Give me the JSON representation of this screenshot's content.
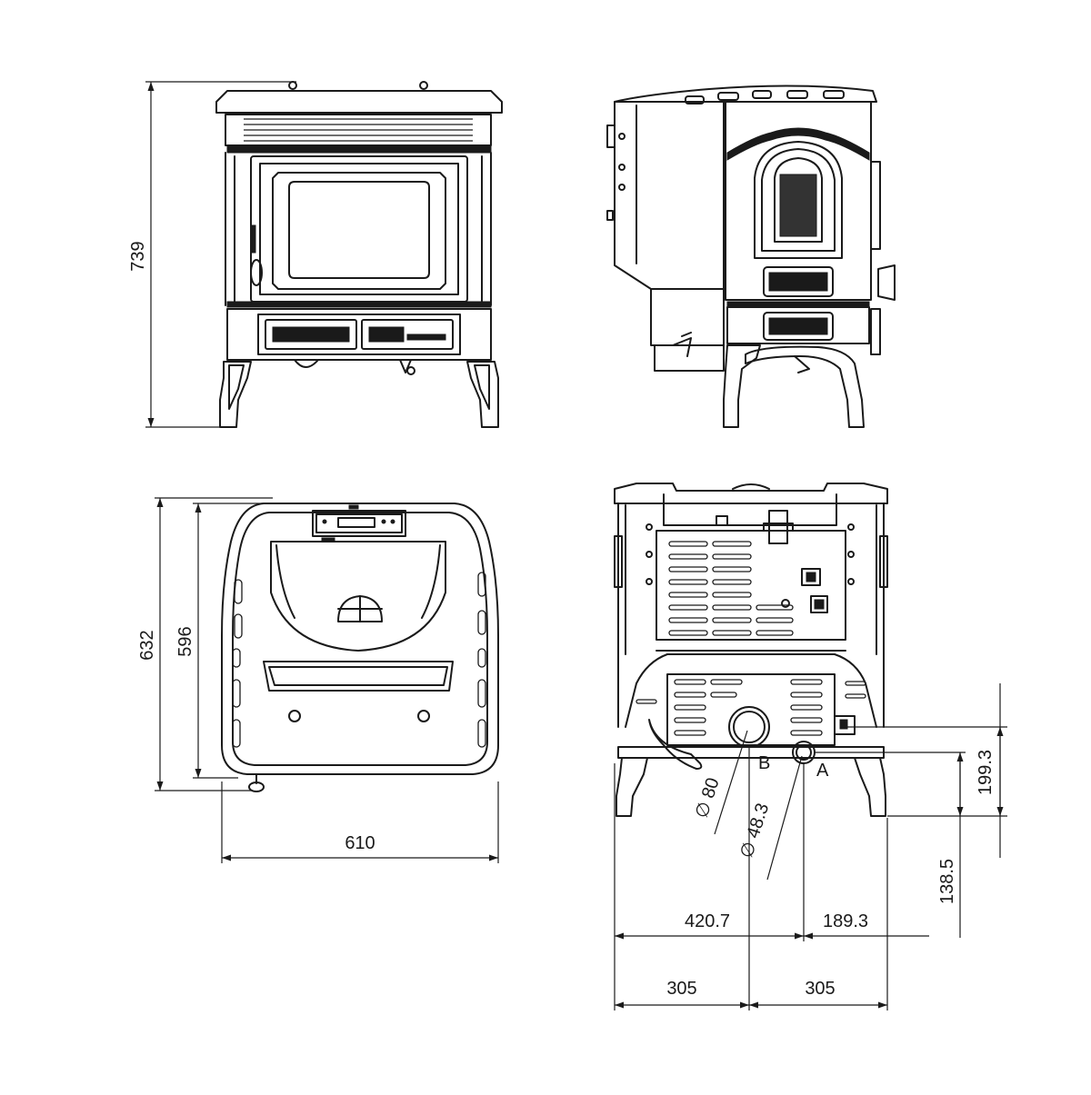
{
  "dimensions": {
    "front_height": "739",
    "top_depth_outer": "632",
    "top_depth_inner": "596",
    "top_width": "610",
    "rear_outlet_b_height": "199.3",
    "rear_outlet_a_height": "138.5",
    "rear_left_offset": "420.7",
    "rear_right_offset": "189.3",
    "rear_half_left": "305",
    "rear_half_right": "305",
    "diameter_b": "∅ 80",
    "diameter_a": "∅ 48.3"
  },
  "labels": {
    "outlet_b": "B",
    "outlet_a": "A"
  },
  "colors": {
    "line": "#1a1a1a",
    "background": "#ffffff"
  }
}
